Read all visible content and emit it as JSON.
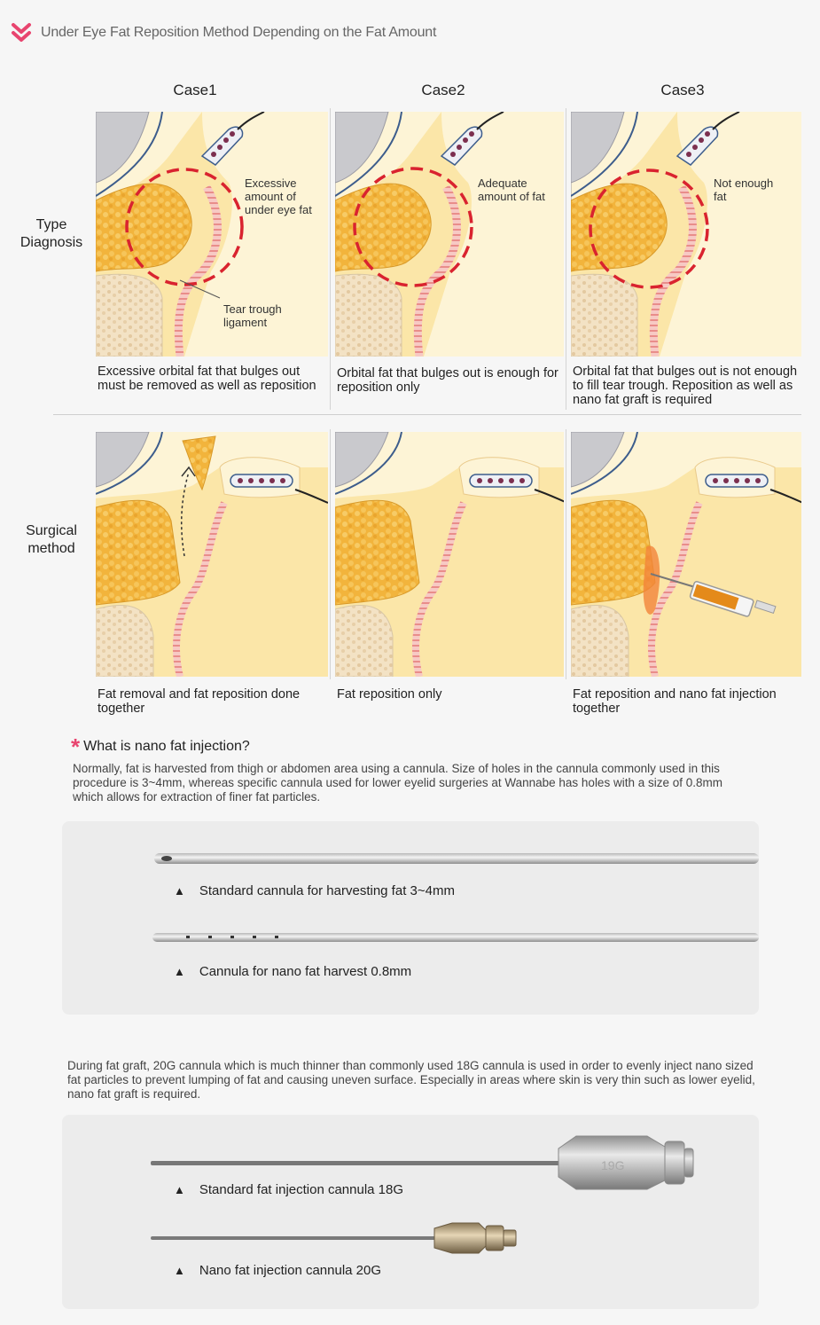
{
  "header": {
    "title": "Under Eye Fat Reposition Method Depending on the Fat Amount"
  },
  "cases": [
    "Case1",
    "Case2",
    "Case3"
  ],
  "rows": {
    "type_diagnosis": "Type\nDiagnosis",
    "surgical_method": "Surgical\nmethod"
  },
  "diagnosis_panels": [
    {
      "note": "Excessive\namount of\nunder eye fat",
      "ligament": "Tear trough\nligament",
      "caption": "Excessive orbital fat that bulges out must be removed as well as reposition"
    },
    {
      "note": "Adequate\namount of fat",
      "caption": "Orbital fat that bulges out is enough for reposition only"
    },
    {
      "note": "Not enough\nfat",
      "caption": "Orbital fat that bulges out is not enough to fill tear trough. Reposition as well as nano fat graft is required"
    }
  ],
  "surgical_captions": [
    "Fat removal and fat reposition done together",
    "Fat reposition only",
    "Fat reposition and nano fat injection together"
  ],
  "nano": {
    "asterisk": "*",
    "title": "What is nano fat injection?",
    "paragraph": "Normally, fat is harvested from thigh or abdomen area using a cannula. Size of holes in the cannula commonly used in this procedure is 3~4mm, whereas specific cannula used for lower eyelid surgeries at Wannabe has holes with a size of 0.8mm which allows for extraction of finer fat particles."
  },
  "harvest_photo": {
    "marker": "▲",
    "caption1": "Standard cannula for harvesting fat 3~4mm",
    "caption2": "Cannula for nano fat harvest 0.8mm"
  },
  "graft_paragraph": "During fat graft, 20G cannula which is much thinner than commonly used 18G cannula is used in order to evenly inject nano sized fat particles to prevent lumping of fat and causing uneven surface. Especially in areas where skin is very thin such as lower eyelid, nano fat graft is required.",
  "injection_photo": {
    "marker": "▲",
    "hub_label": "19G",
    "caption1": "Standard fat injection cannula 18G",
    "caption2": "Nano fat injection cannula 20G"
  },
  "colors": {
    "accent_pink": "#e8456f",
    "circle_red": "#d9232f",
    "fat_orange": "#f2b43c",
    "skin": "#fbe6a8"
  }
}
